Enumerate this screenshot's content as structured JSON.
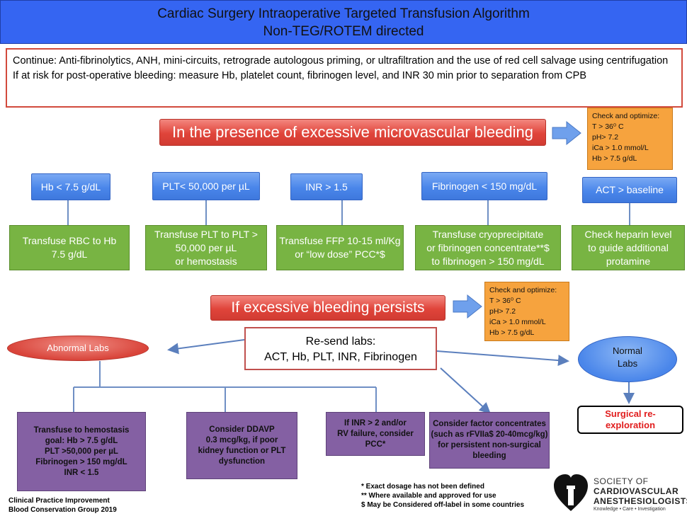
{
  "header": {
    "title_line1": "Cardiac Surgery Intraoperative Targeted Transfusion Algorithm",
    "title_line2": "Non-TEG/ROTEM directed"
  },
  "note": {
    "line1": "Continue: Anti-fibrinolytics, ANH, mini-circuits, retrograde autologous priming, or ultrafiltration and the use of red cell salvage using centrifugation",
    "line2": "If at risk for post-operative bleeding: measure Hb, platelet count, fibrinogen level, and INR 30 min prior to separation from CPB"
  },
  "banner1": "In the presence of excessive microvascular bleeding",
  "banner2": "If excessive bleeding persists",
  "check1": {
    "title": "Check and optimize:",
    "items": [
      "T > 36⁰ C",
      "pH> 7.2",
      "iCa > 1.0 mmol/L",
      "Hb > 7.5 g/dL"
    ]
  },
  "check2": {
    "title": "Check and optimize:",
    "items": [
      "T > 36⁰ C",
      "pH> 7.2",
      "iCa > 1.0 mmol/L",
      "Hb > 7.5 g/dL"
    ]
  },
  "triggers": [
    "Hb < 7.5 g/dL",
    "PLT< 50,000 per µL",
    "INR > 1.5",
    "Fibrinogen < 150 mg/dL",
    "ACT > baseline"
  ],
  "actions": [
    [
      "Transfuse RBC to Hb",
      "7.5 g/dL"
    ],
    [
      "Transfuse PLT to PLT >",
      "50,000 per µL",
      "or hemostasis"
    ],
    [
      "Transfuse FFP 10-15 ml/Kg",
      "or “low dose” PCC*$"
    ],
    [
      "Transfuse cryoprecipitate",
      "or fibrinogen concentrate**$",
      "to fibrinogen > 150 mg/dL"
    ],
    [
      "Check heparin level",
      "to guide additional",
      "protamine"
    ]
  ],
  "resend": {
    "line1": "Re-send labs:",
    "line2": "ACT, Hb, PLT, INR, Fibrinogen"
  },
  "abnormal_label": "Abnormal Labs",
  "normal_label": [
    "Normal",
    "Labs"
  ],
  "surgical": [
    "Surgical re-",
    "exploration"
  ],
  "purple_boxes": [
    [
      "Transfuse to hemostasis",
      "goal: Hb > 7.5 g/dL",
      "PLT >50,000 per µL",
      "Fibrinogen > 150 mg/dL",
      "INR < 1.5"
    ],
    [
      "Consider DDAVP",
      "0.3 mcg/kg, if poor",
      "kidney function or PLT",
      "dysfunction"
    ],
    [
      "If INR > 2 and/or",
      "RV failure, consider",
      "PCC*"
    ],
    [
      "Consider factor concentrates",
      "(such as rFVIIa$ 20-40mcg/kg)",
      "for persistent non-surgical",
      "bleeding"
    ]
  ],
  "footnotes": [
    "* Exact dosage has not been defined",
    "** Where available and approved for use",
    "$ May be Considered off-label in some countries"
  ],
  "credit": [
    "Clinical Practice Improvement",
    "Blood Conservation Group 2019"
  ],
  "org": {
    "line1": "SOCIETY OF",
    "line2": "CARDIOVASCULAR",
    "line3": "ANESTHESIOLOGISTS",
    "tagline": "Knowledge  •  Care  •  Investigation"
  },
  "colors": {
    "header_blue": "#3565f2",
    "banner_red": "#e0443a",
    "trigger_blue": "#4a86ea",
    "action_green": "#78b443",
    "check_orange": "#f6a33e",
    "outcome_purple": "#8460a3",
    "surgical_red": "#e11d1d"
  },
  "icons": [
    "heart-logo-icon",
    "arrow-right-icon",
    "arrow-down-icon"
  ]
}
